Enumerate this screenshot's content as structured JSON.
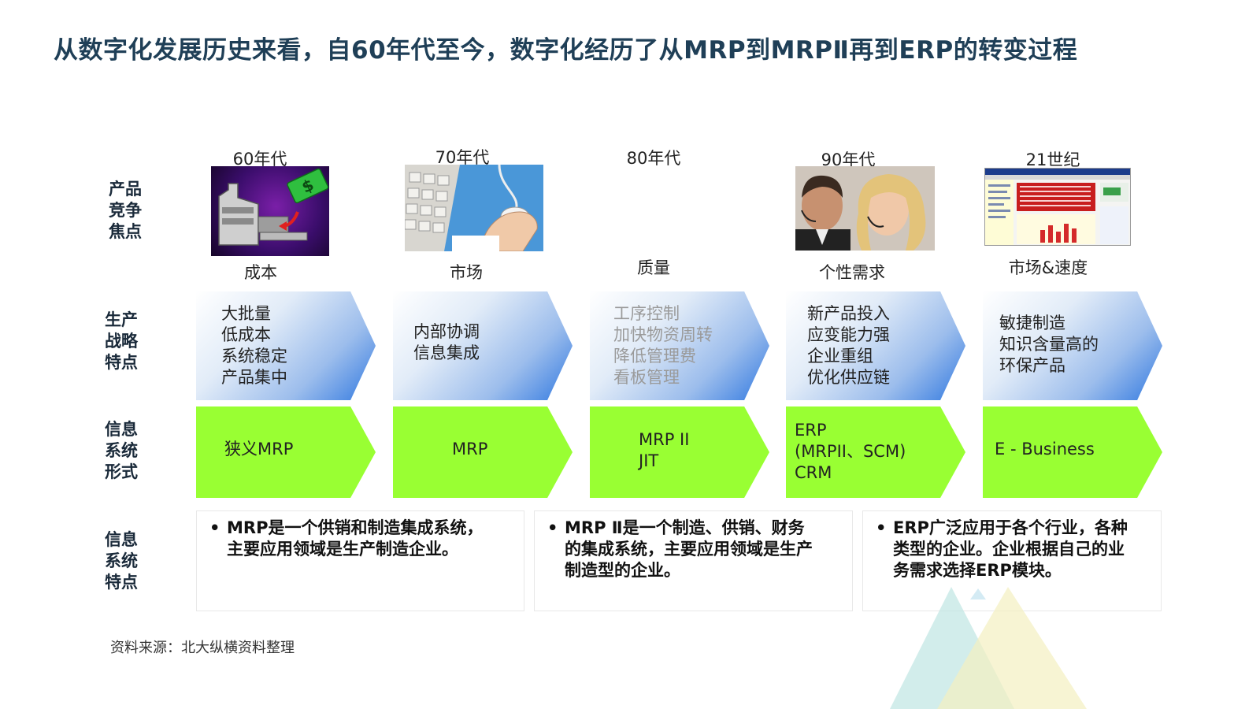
{
  "title": "从数字化发展历史来看，自60年代至今，数字化经历了从MRP到MRPⅡ再到ERP的转变过程",
  "row_labels": {
    "product": [
      "产品",
      "竞争",
      "焦点"
    ],
    "strategy": [
      "生产",
      "战略",
      "特点"
    ],
    "system_form": [
      "信息",
      "系统",
      "形式"
    ],
    "system_feature": [
      "信息",
      "系统",
      "特点"
    ]
  },
  "eras": [
    {
      "label": "60年代",
      "focus": "成本",
      "strategy": [
        "大批量",
        "低成本",
        "系统稳定",
        "产品集中"
      ],
      "system": [
        "狭义MRP"
      ]
    },
    {
      "label": "70年代",
      "focus": "市场",
      "strategy": [
        "内部协调",
        "信息集成"
      ],
      "system": [
        "MRP"
      ]
    },
    {
      "label": "80年代",
      "focus": "质量",
      "strategy": [
        "工序控制",
        "加快物资周转",
        "降低管理费",
        "看板管理"
      ],
      "system": [
        "MRP II",
        "JIT"
      ]
    },
    {
      "label": "90年代",
      "focus": "个性需求",
      "strategy": [
        "新产品投入",
        "应变能力强",
        "企业重组",
        "优化供应链"
      ],
      "system": [
        "ERP",
        "(MRPII、SCM)",
        "CRM"
      ]
    },
    {
      "label": "21世纪",
      "focus": "市场&速度",
      "strategy": [
        "敏捷制造",
        "知识含量高的",
        "环保产品"
      ],
      "system": [
        "E - Business"
      ]
    }
  ],
  "features": [
    [
      "MRP是一个供销和制造集成系统，",
      "主要应用领域是生产制造企业。"
    ],
    [
      "MRP Ⅱ是一个制造、供销、财务",
      "的集成系统，主要应用领域是生产",
      "制造型的企业。"
    ],
    [
      "ERP广泛应用于各个行业，各种",
      "类型的企业。企业根据自己的业",
      "务需求选择ERP模块。"
    ]
  ],
  "source": "资料来源：北大纵横资料整理",
  "colors": {
    "title": "#1f3f57",
    "arrow_green": "#99ff33",
    "arrow_blue": "#2f78e0"
  },
  "icons": [
    "factory-money-icon",
    "keyboard-mouse-icon",
    "call-center-photo-icon",
    "erp-dashboard-icon"
  ]
}
